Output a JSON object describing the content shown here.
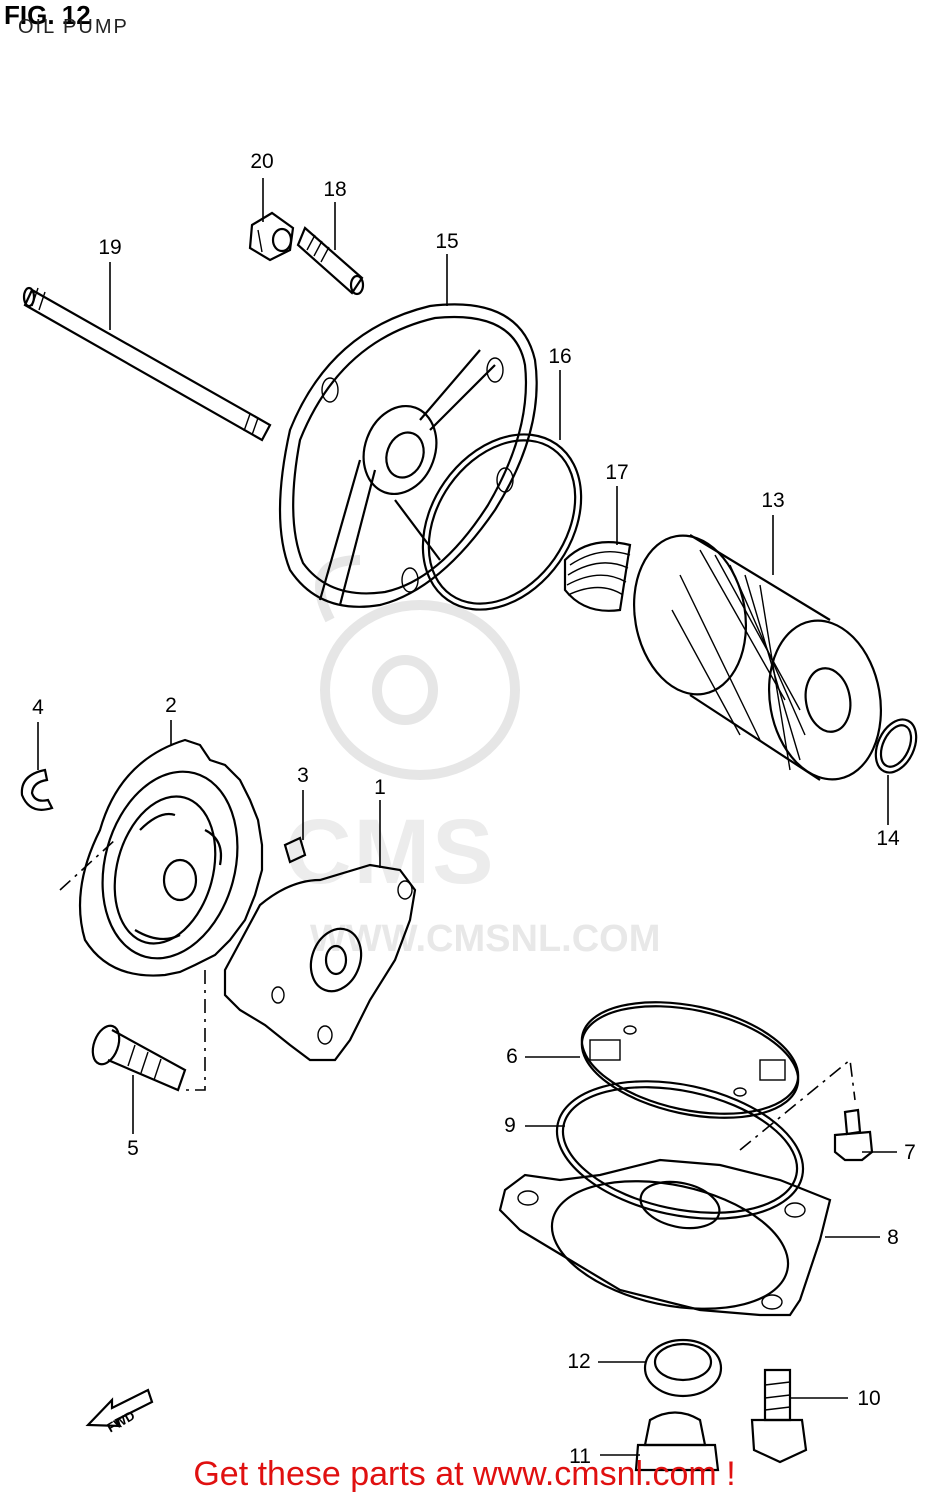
{
  "header": {
    "figure_number": "FIG. 12",
    "figure_title": "OIL PUMP"
  },
  "watermark": {
    "brand": "CMS",
    "url": "WWW.CMSNL.COM"
  },
  "direction_marker": "FWD",
  "callouts": [
    {
      "id": "20",
      "label": "20"
    },
    {
      "id": "18",
      "label": "18"
    },
    {
      "id": "19",
      "label": "19"
    },
    {
      "id": "15",
      "label": "15"
    },
    {
      "id": "16",
      "label": "16"
    },
    {
      "id": "17",
      "label": "17"
    },
    {
      "id": "13",
      "label": "13"
    },
    {
      "id": "4",
      "label": "4"
    },
    {
      "id": "2",
      "label": "2"
    },
    {
      "id": "3",
      "label": "3"
    },
    {
      "id": "1",
      "label": "1"
    },
    {
      "id": "14",
      "label": "14"
    },
    {
      "id": "5",
      "label": "5"
    },
    {
      "id": "6",
      "label": "6"
    },
    {
      "id": "9",
      "label": "9"
    },
    {
      "id": "7",
      "label": "7"
    },
    {
      "id": "8",
      "label": "8"
    },
    {
      "id": "12",
      "label": "12"
    },
    {
      "id": "10",
      "label": "10"
    },
    {
      "id": "11",
      "label": "11"
    }
  ],
  "footer": {
    "text": "Get these parts at www.cmsnl.com !"
  }
}
